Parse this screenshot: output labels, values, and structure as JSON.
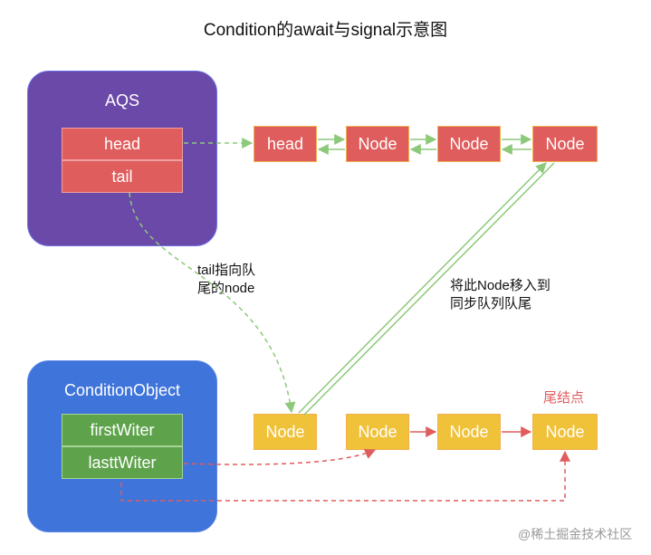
{
  "title": "Condition的await与signal示意图",
  "aqs": {
    "title": "AQS",
    "head_label": "head",
    "tail_label": "tail"
  },
  "sync_queue": {
    "nodes": [
      "head",
      "Node",
      "Node",
      "Node"
    ]
  },
  "condition_object": {
    "title": "ConditionObject",
    "first_label": "firstWiter",
    "last_label": "lasttWiter"
  },
  "condition_queue": {
    "nodes": [
      "Node",
      "Node",
      "Node",
      "Node"
    ],
    "tail_node_label": "尾结点"
  },
  "annotations": {
    "tail_points": "tail指向队\n尾的node",
    "move_to_sync": "将此Node移入到\n同步队列队尾"
  },
  "watermark": "@稀土掘金技术社区",
  "colors": {
    "aqs_panel": "#6b49a8",
    "condition_panel": "#3f74da",
    "red_node": "#e05d5d",
    "yellow_node": "#f0c23a",
    "green_field": "#5ea34c",
    "green_arrow": "#8cc97a",
    "red_arrow": "#e05d5d"
  }
}
